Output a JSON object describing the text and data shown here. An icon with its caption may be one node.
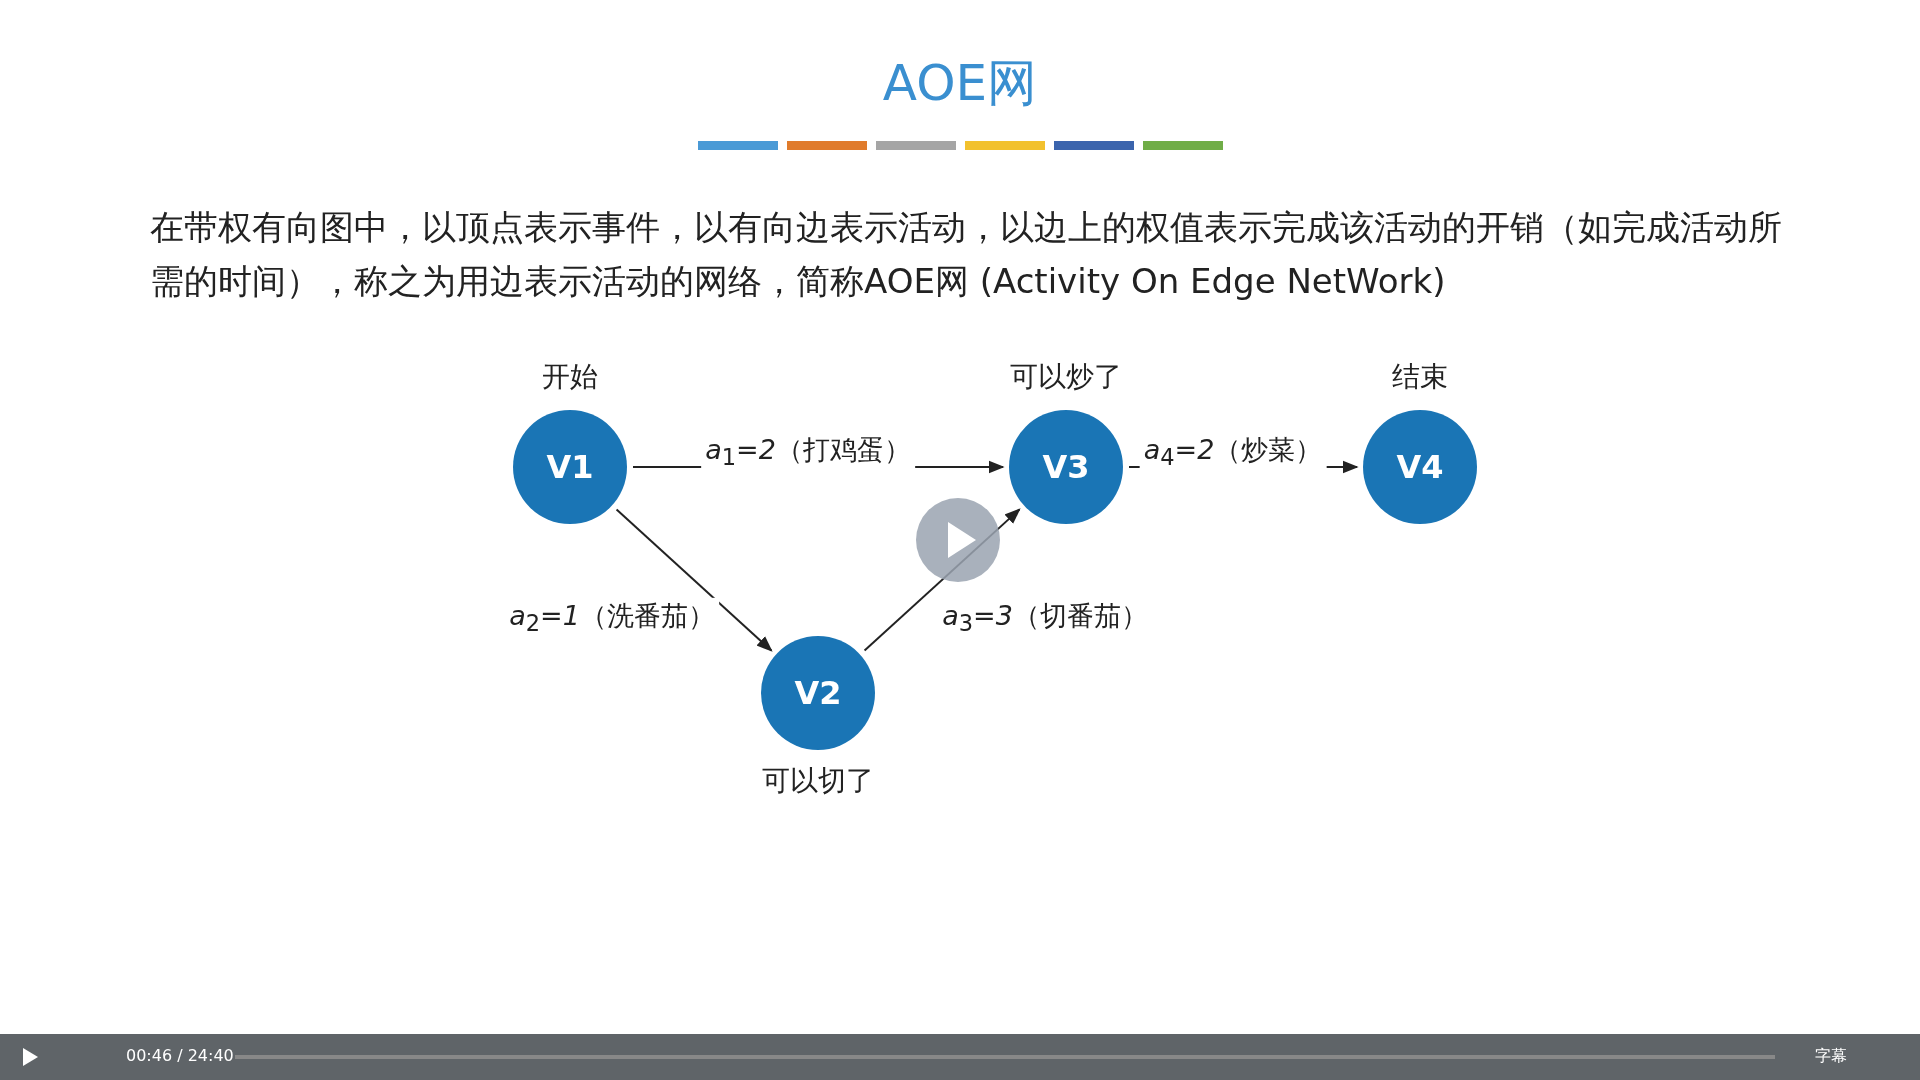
{
  "diagram": {
    "title": "AOE网",
    "nodes": [
      {
        "text": [
          "V1"
        ],
        "beside": [
          "开始"
        ]
      },
      {
        "text": [
          "V2"
        ],
        "beside": [
          "可以切了"
        ]
      },
      {
        "text": [
          "V3"
        ],
        "beside": [
          "可以炒了"
        ]
      },
      {
        "text": [
          "V4"
        ],
        "beside": [
          "结束"
        ]
      }
    ],
    "edges": [
      {
        "from": 0,
        "to": 2,
        "arrow": "to",
        "label": "*a*$_{1}$*=2*（打鸡蛋）"
      },
      {
        "from": 0,
        "to": 1,
        "arrow": "to",
        "label": "*a*$_{2}$*=1*（洗番茄）"
      },
      {
        "from": 1,
        "to": 2,
        "arrow": "to",
        "label": "*a*$_{3}$*=3*（切番茄）"
      },
      {
        "from": 2,
        "to": 3,
        "arrow": "to",
        "label": "*a*$_{4}$*=2*（炒菜）"
      }
    ],
    "labels": [
      "在带权有向图中，以顶点表示事件，以有向边表示活动，以边上的权值表示完成该活动的开销（如完成活动所需的时间），称之为用边表示活动的网络，简称AOE网 (Activity On Edge NetWork)",
      "00:46 / 24:40",
      "字幕"
    ]
  }
}
